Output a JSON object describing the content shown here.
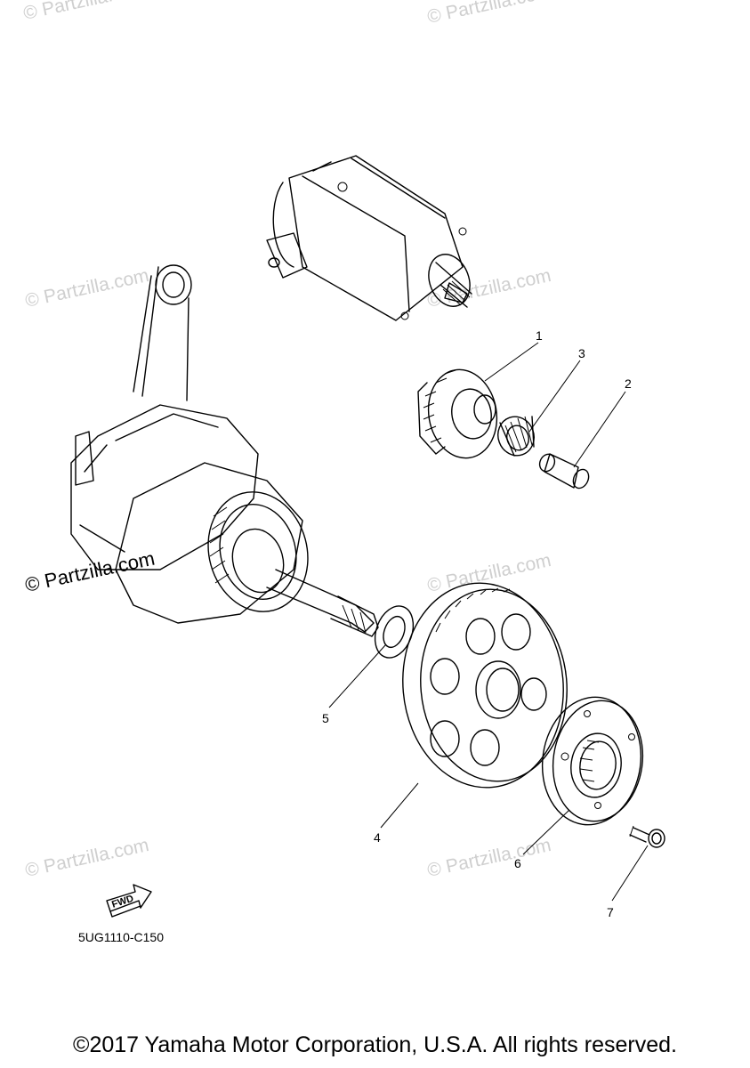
{
  "diagram": {
    "part_code": "5UG1110-C150",
    "fwd_label": "FWD",
    "watermark": "© Partzilla.com",
    "copyright": "©2017 Yamaha Motor Corporation, U.S.A. All rights reserved.",
    "callouts": [
      {
        "number": "1"
      },
      {
        "number": "2"
      },
      {
        "number": "3"
      },
      {
        "number": "4"
      },
      {
        "number": "5"
      },
      {
        "number": "6"
      },
      {
        "number": "7"
      }
    ]
  }
}
